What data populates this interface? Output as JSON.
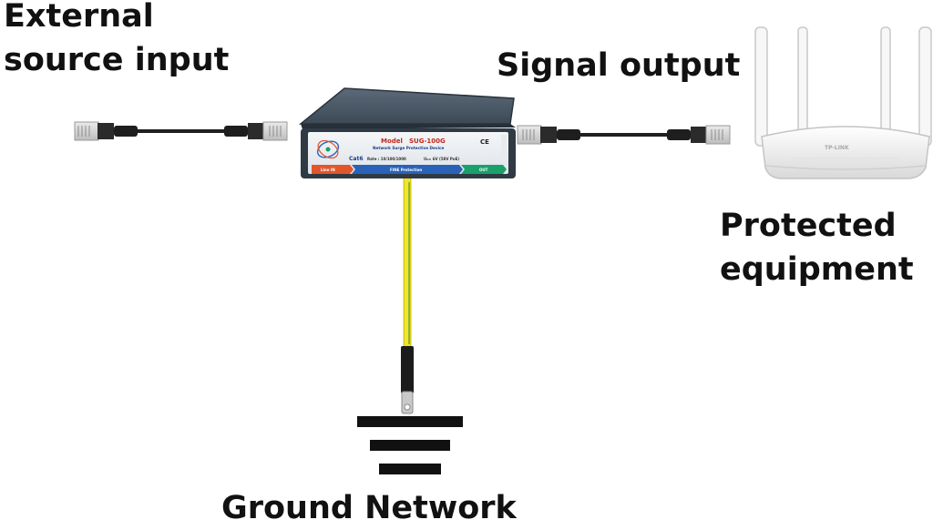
{
  "labels": {
    "input_line1": "External",
    "input_line2": "source input",
    "output": "Signal output",
    "protected_line1": "Protected",
    "protected_line2": "equipment",
    "ground": "Ground Network"
  },
  "device": {
    "model_label": "Model",
    "model_value": "SUG-100G",
    "description": "Network Surge Protective Device",
    "ce_mark": "CE",
    "category": "Cat6",
    "rate": "Rate : 10/100/1000",
    "voltage": "U₀= 6V (58V PoE)",
    "band_left": "Line IN",
    "band_mid": "FINE Protection",
    "band_right": "OUT"
  },
  "router": {
    "brand": "TP-LINK"
  },
  "colors": {
    "device_body": "#2f3a44",
    "device_top": "#4a5866",
    "band_red": "#e2562c",
    "band_blue": "#2a62b8",
    "band_green": "#1aa06a",
    "ground_wire": "#f2e42a",
    "ground_wire_stripe": "#4a9a3a",
    "cable": "#202020",
    "router_body": "#f3f3f3"
  }
}
